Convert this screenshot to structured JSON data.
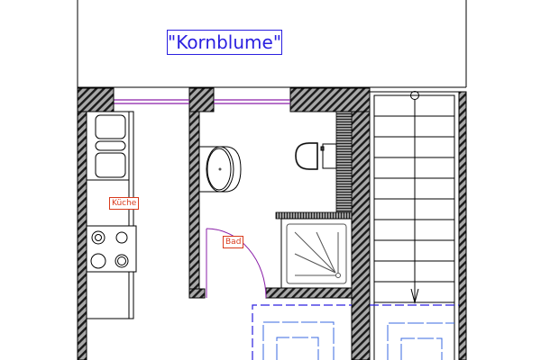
{
  "plan": {
    "title": "\"Kornblume\"",
    "rooms": [
      {
        "name": "kueche",
        "label": "Küche"
      },
      {
        "name": "bad",
        "label": "Bad"
      }
    ],
    "fixtures": [
      "kitchen-counter",
      "sink",
      "stove-4-burners",
      "washbasin",
      "toilet",
      "shower-tray",
      "staircase",
      "window",
      "door"
    ],
    "staircase": {
      "steps": 10,
      "direction": "down"
    },
    "colors": {
      "title": "#2a1fe0",
      "room_label": "#d93a1c",
      "window": "#8a1fa8",
      "door_swing": "#8a1fa8",
      "wall_hatch_bg": "#9a9a9a",
      "lines": "#000000",
      "dashed_outline": "#2a1fe0",
      "light_blue": "#3a6ae0"
    }
  }
}
